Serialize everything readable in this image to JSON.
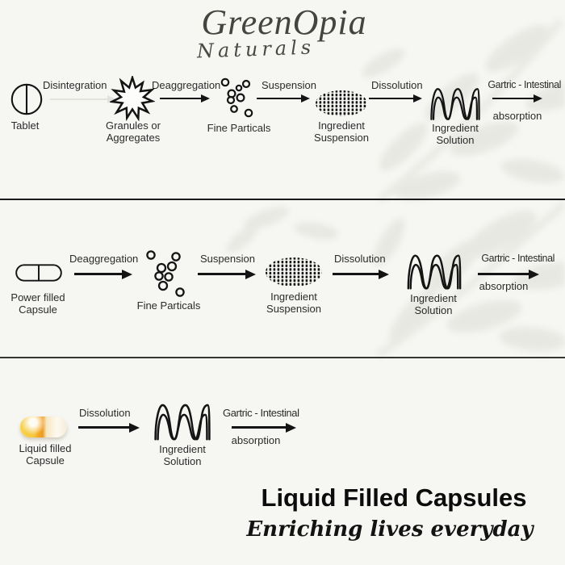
{
  "brand": {
    "name": "GreenOpia",
    "tagline": "Naturals"
  },
  "colors": {
    "background": "#f6f6f3",
    "text": "#2b2b2b",
    "icon_stroke": "#141414",
    "watermark_leaf": "#e2e2dc",
    "capsule_yellow": "#f5c63e",
    "capsule_orange": "#ee9a1e",
    "title_black": "#0c0c0c"
  },
  "rows": [
    {
      "source": {
        "icon": "tablet-icon",
        "label": "Tablet"
      },
      "steps": {
        "disintegration": "Disintegration",
        "deaggregation": "Deaggregation",
        "suspension": "Suspension",
        "dissolution": "Dissolution",
        "absorption_top": "Gartric - Intestinal",
        "absorption_bottom": "absorption"
      },
      "nodes": {
        "granules": "Granules or\nAggregates",
        "fine_particles": "Fine Particals",
        "ingredient_suspension": "Ingredient\nSuspension",
        "ingredient_solution": "Ingredient\nSolution"
      }
    },
    {
      "source": {
        "icon": "powder-capsule-icon",
        "label": "Power filled\nCapsule"
      },
      "steps": {
        "deaggregation": "Deaggregation",
        "suspension": "Suspension",
        "dissolution": "Dissolution",
        "absorption_top": "Gartric - Intestinal",
        "absorption_bottom": "absorption"
      },
      "nodes": {
        "fine_particles": "Fine Particals",
        "ingredient_suspension": "Ingredient\nSuspension",
        "ingredient_solution": "Ingredient\nSolution"
      }
    },
    {
      "source": {
        "icon": "liquid-capsule-icon",
        "label": "Liquid filled\nCapsule"
      },
      "steps": {
        "dissolution": "Dissolution",
        "absorption_top": "Gartric - Intestinal",
        "absorption_bottom": "absorption"
      },
      "nodes": {
        "ingredient_solution": "Ingredient\nSolution"
      }
    }
  ],
  "footer": {
    "title": "Liquid Filled Capsules",
    "subtitle": "Enriching lives everyday"
  }
}
